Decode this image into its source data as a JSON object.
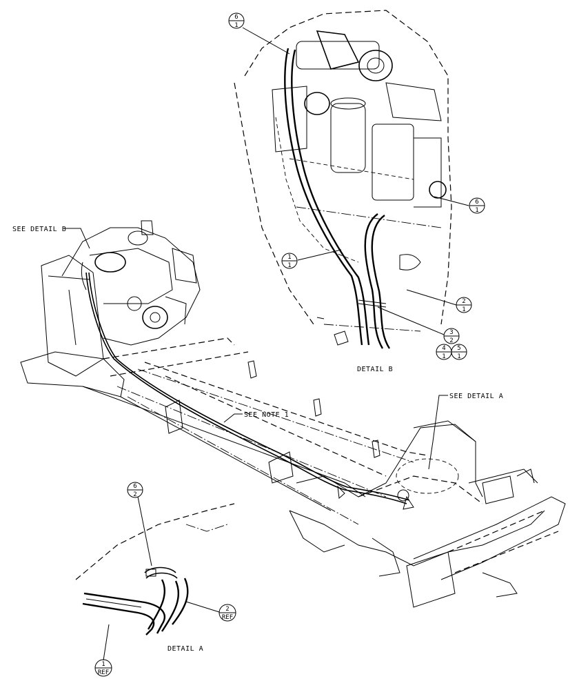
{
  "labels": {
    "see_detail_b": "SEE DETAIL  B",
    "see_note_1": "SEE NOTE 1",
    "see_detail_a": "SEE DETAIL  A",
    "detail_b_title": "DETAIL  B",
    "detail_a_title": "DETAIL  A"
  },
  "balloons": {
    "b_top": {
      "top": "6",
      "bottom": "1"
    },
    "b_right": {
      "top": "6",
      "bottom": "1"
    },
    "b_left": {
      "top": "1",
      "bottom": "1"
    },
    "b_lower": {
      "top": "2",
      "bottom": "1"
    },
    "b_stack_top": {
      "top": "3",
      "bottom": "2"
    },
    "b_stack_left": {
      "top": "4",
      "bottom": "1"
    },
    "b_stack_right": {
      "top": "5",
      "bottom": "1"
    },
    "a_clamp": {
      "top": "6",
      "bottom": "2"
    },
    "a_hose2": {
      "top": "2",
      "bottom": "REF"
    },
    "a_hose1": {
      "top": "1",
      "bottom": "REF"
    }
  }
}
